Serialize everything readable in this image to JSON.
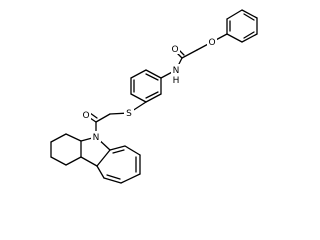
{
  "molecule": {
    "atoms": {
      "o_ether": "O",
      "o_amide": "O",
      "n_amide": "N",
      "h_amide": "H",
      "s": "S",
      "o_ketone": "O",
      "n_ring": "N"
    }
  }
}
